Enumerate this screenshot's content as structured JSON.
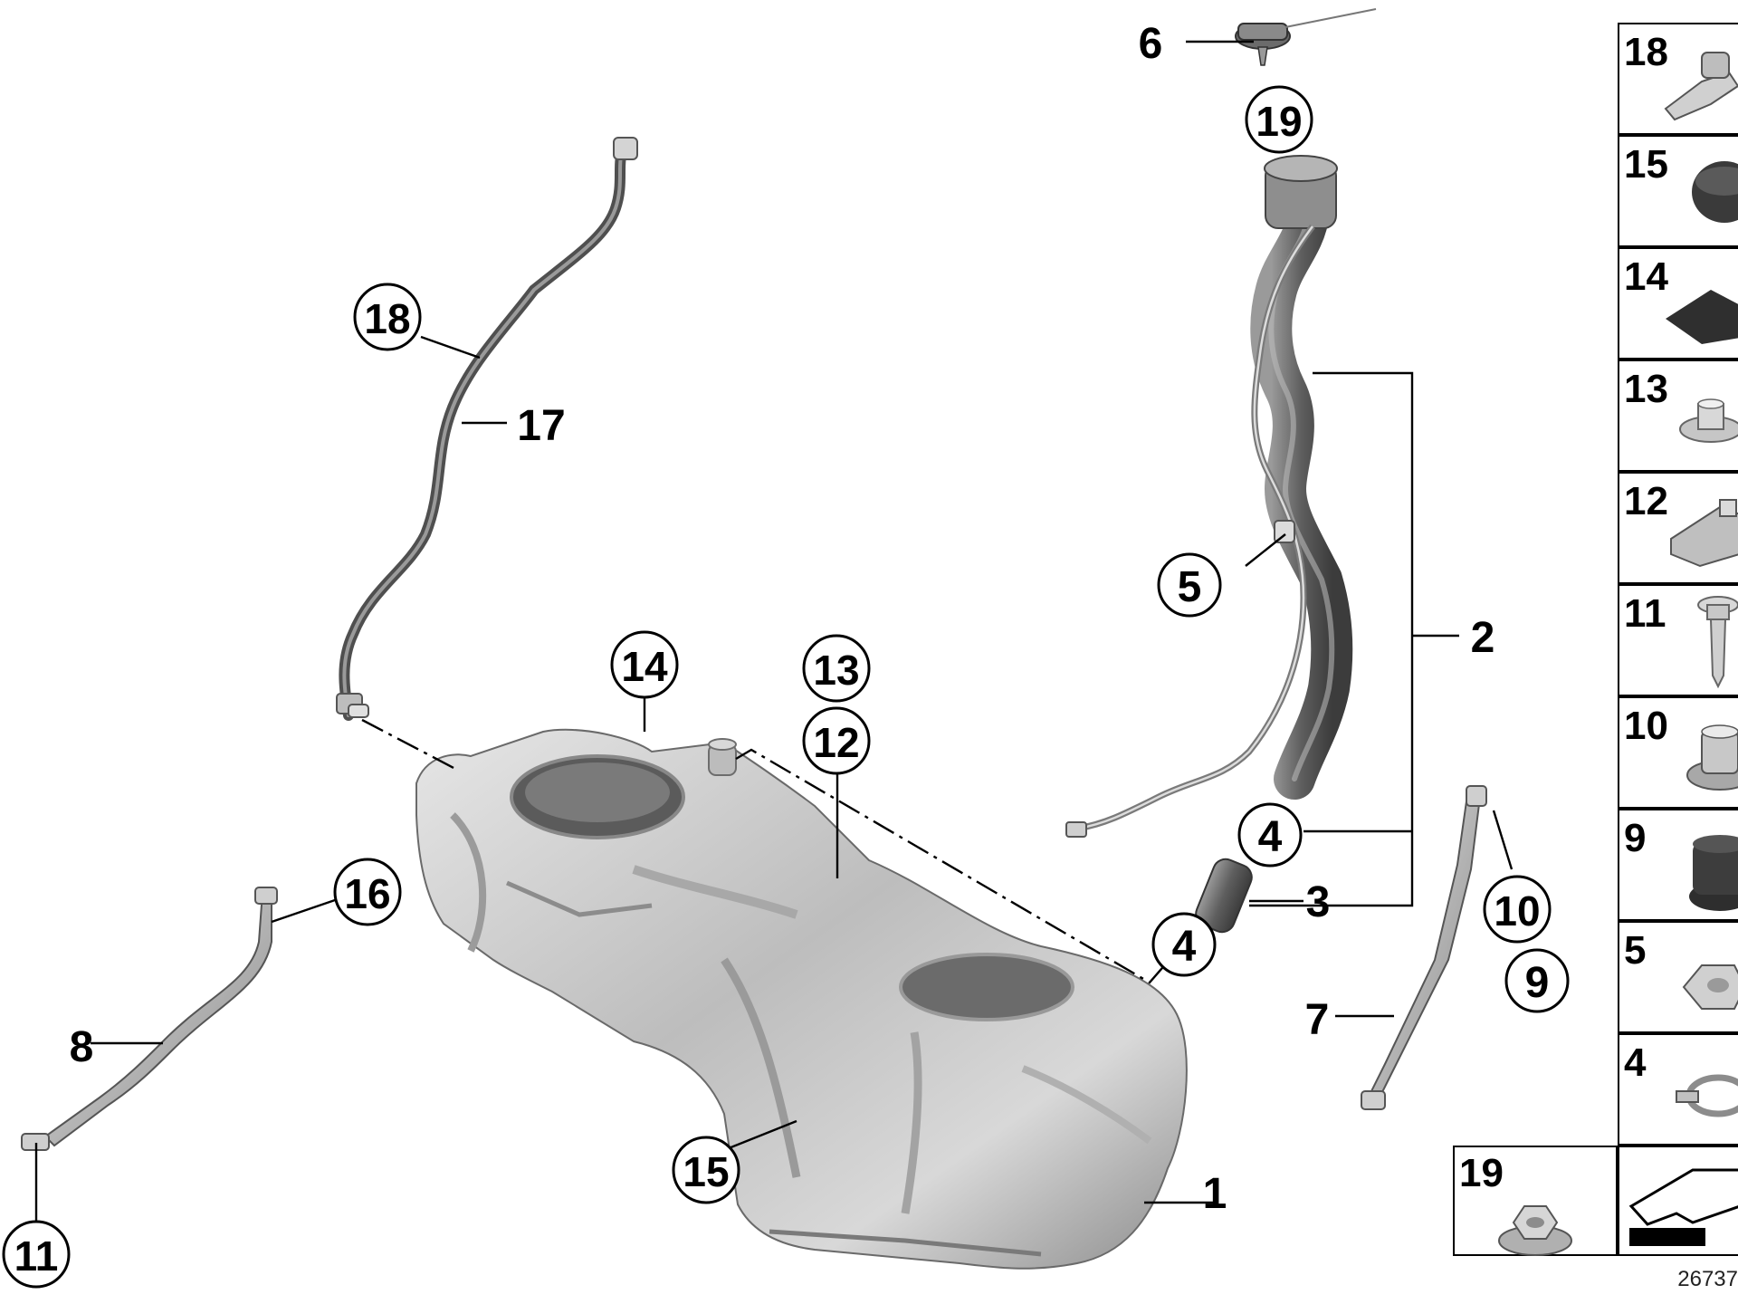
{
  "callouts": [
    {
      "id": "c1",
      "text": "1",
      "circled": false
    },
    {
      "id": "c2",
      "text": "2",
      "circled": false
    },
    {
      "id": "c3",
      "text": "3",
      "circled": false
    },
    {
      "id": "c4a",
      "text": "4",
      "circled": true
    },
    {
      "id": "c4b",
      "text": "4",
      "circled": true
    },
    {
      "id": "c5",
      "text": "5",
      "circled": true
    },
    {
      "id": "c6",
      "text": "6",
      "circled": false
    },
    {
      "id": "c7",
      "text": "7",
      "circled": false
    },
    {
      "id": "c8",
      "text": "8",
      "circled": false
    },
    {
      "id": "c9",
      "text": "9",
      "circled": true
    },
    {
      "id": "c10",
      "text": "10",
      "circled": true
    },
    {
      "id": "c11",
      "text": "11",
      "circled": true
    },
    {
      "id": "c12",
      "text": "12",
      "circled": true
    },
    {
      "id": "c13",
      "text": "13",
      "circled": true
    },
    {
      "id": "c14",
      "text": "14",
      "circled": true
    },
    {
      "id": "c15",
      "text": "15",
      "circled": true
    },
    {
      "id": "c16",
      "text": "16",
      "circled": true
    },
    {
      "id": "c17",
      "text": "17",
      "circled": false
    },
    {
      "id": "c18",
      "text": "18",
      "circled": true
    },
    {
      "id": "c19",
      "text": "19",
      "circled": true
    }
  ],
  "parts_panel": [
    {
      "label": "18",
      "icon": "hose-clip-icon"
    },
    {
      "label": "15",
      "icon": "rubber-plug-icon"
    },
    {
      "label": "14",
      "icon": "foam-pad-icon"
    },
    {
      "label": "13",
      "icon": "flange-nut-icon"
    },
    {
      "label": "12",
      "icon": "clip-bracket-icon"
    },
    {
      "label": "11",
      "icon": "bolt-icon"
    },
    {
      "label": "10",
      "icon": "grommet-nut-icon"
    },
    {
      "label": "9",
      "icon": "rubber-grommet-icon"
    },
    {
      "label": "5",
      "icon": "hex-nut-icon"
    },
    {
      "label": "4",
      "icon": "hose-clamp-icon"
    }
  ],
  "bottom_box": {
    "label": "19",
    "icon": "collar-nut-icon"
  },
  "doc_number": "26737",
  "colors": {
    "line": "#000000",
    "part_light": "#d6d6d6",
    "part_mid": "#a9a9a9",
    "part_dark": "#555555",
    "hose": "#6f6f6f"
  }
}
